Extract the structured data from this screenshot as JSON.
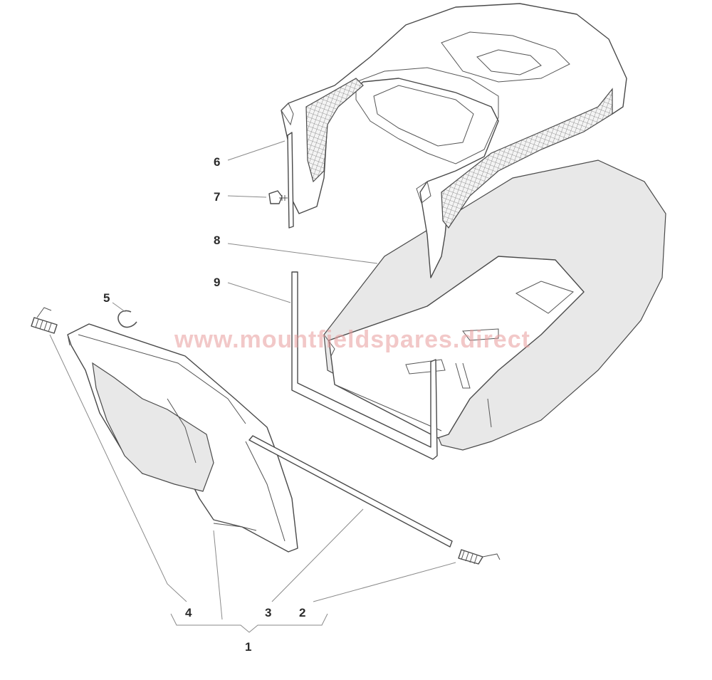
{
  "watermark": "www.mountfieldspares.direct",
  "callouts": [
    {
      "id": "6",
      "label": "6"
    },
    {
      "id": "7",
      "label": "7"
    },
    {
      "id": "8",
      "label": "8"
    },
    {
      "id": "9",
      "label": "9"
    },
    {
      "id": "5",
      "label": "5"
    },
    {
      "id": "4",
      "label": "4"
    },
    {
      "id": "3",
      "label": "3"
    },
    {
      "id": "2",
      "label": "2"
    },
    {
      "id": "1",
      "label": "1"
    }
  ],
  "colors": {
    "line": "#4a4a4a",
    "bag_fill": "#e8e8e8",
    "watermark": "#e89a9a"
  }
}
